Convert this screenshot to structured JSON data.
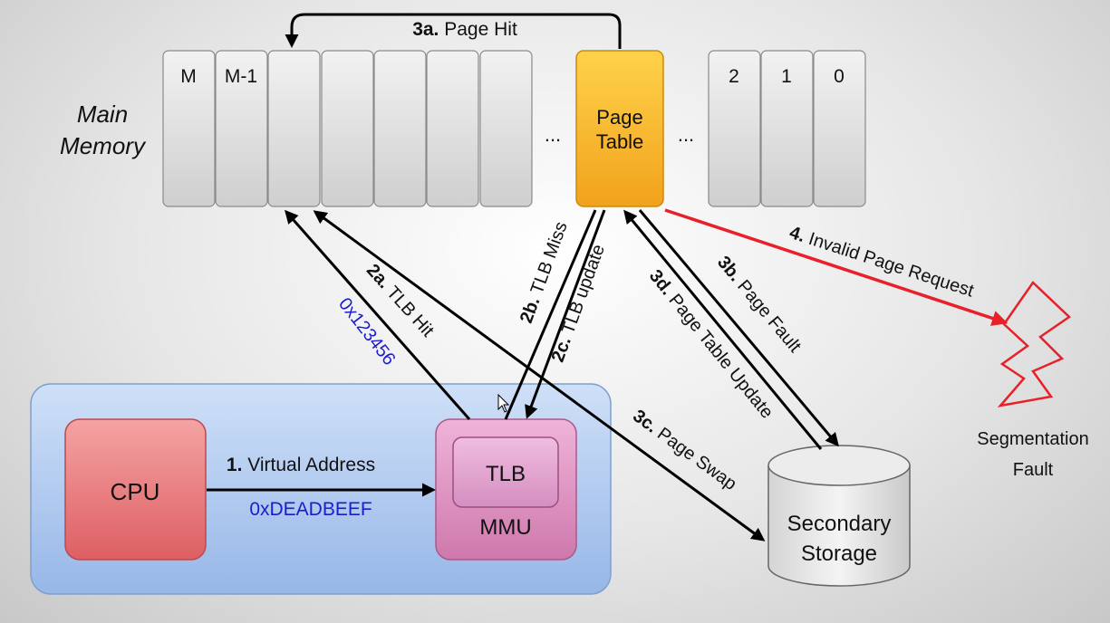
{
  "main_memory": {
    "label_line1": "Main",
    "label_line2": "Memory",
    "cells_left": [
      "M",
      "M-1",
      "",
      "",
      "",
      "",
      ""
    ],
    "ellipsis_left": "...",
    "page_table_line1": "Page",
    "page_table_line2": "Table",
    "ellipsis_right": "...",
    "cells_right": [
      "2",
      "1",
      "0"
    ]
  },
  "cpu": {
    "label": "CPU"
  },
  "mmu": {
    "label": "MMU",
    "tlb_label": "TLB"
  },
  "storage": {
    "line1": "Secondary",
    "line2": "Storage"
  },
  "segfault": {
    "line1": "Segmentation",
    "line2": "Fault"
  },
  "edges": {
    "e1": {
      "num": "1.",
      "text": " Virtual Address",
      "value": "0xDEADBEEF"
    },
    "e2a": {
      "num": "2a.",
      "text": " TLB Hit",
      "value": "0x123456"
    },
    "e2b": {
      "num": "2b.",
      "text": " TLB Miss"
    },
    "e2c": {
      "num": "2c.",
      "text": " TLB update"
    },
    "e3a": {
      "num": "3a.",
      "text": " Page Hit"
    },
    "e3b": {
      "num": "3b.",
      "text": " Page Fault"
    },
    "e3c": {
      "num": "3c.",
      "text": " Page Swap"
    },
    "e3d": {
      "num": "3d.",
      "text": " Page Table Update"
    },
    "e4": {
      "num": "4.",
      "text": " Invalid Page Request"
    }
  },
  "colors": {
    "address_blue": "#1c1ccc",
    "error_red": "#e8202a",
    "page_table_orange": "#f5a81e",
    "cpu_red": "#e8777a",
    "mmu_pink": "#d98ab8",
    "panel_blue": "#a9c5ef"
  }
}
